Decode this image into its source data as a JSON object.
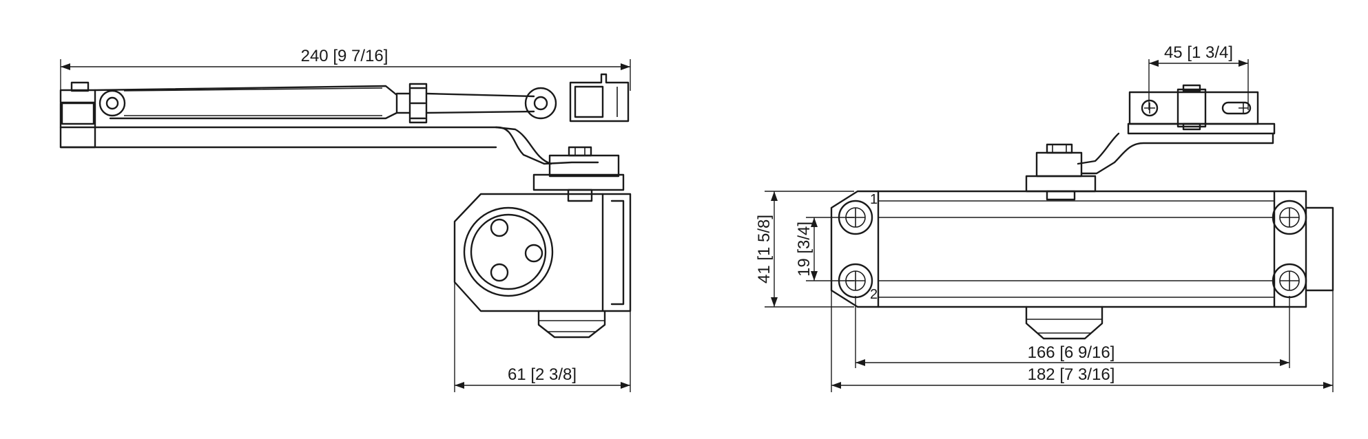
{
  "side_view": {
    "dimensions": {
      "overall_length": "240 [9 7/16]",
      "body_depth": "61 [2 3/8]"
    }
  },
  "front_view": {
    "dimensions": {
      "bracket_width": "45 [1 3/4]",
      "body_height": "41 [1 5/8]",
      "hole_spacing_vertical": "19 [3/4]",
      "hole_spacing_horizontal": "166 [6 9/16]",
      "body_length": "182 [7 3/16]"
    },
    "markers": {
      "top_left": "1",
      "bottom_left": "2"
    }
  }
}
